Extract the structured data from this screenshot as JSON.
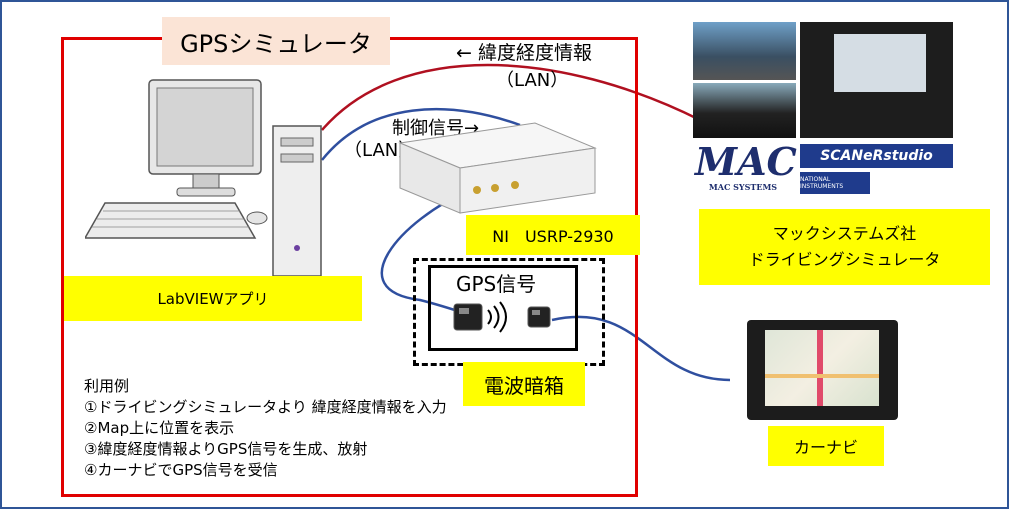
{
  "title": "GPSシミュレータ",
  "lan_top": {
    "arrow_label": "← 緯度経度情報",
    "lan": "（LAN）"
  },
  "lan_ctrl": {
    "arrow_label": "制御信号→",
    "lan": "（LAN）"
  },
  "device_label": "NI　USRP-2930",
  "app_label": "LabVIEWアプリ",
  "vendor_label": [
    "マックシステムズ社",
    "ドライビングシミュレータ"
  ],
  "gps_signal_label": "GPS信号",
  "shield_box_label": "電波暗箱",
  "usage": {
    "heading": "利用例",
    "items": [
      "①ドライビングシミュレータより 緯度経度情報を入力",
      "②Map上に位置を表示",
      "③緯度経度情報よりGPS信号を生成、放射",
      "④カーナビでGPS信号を受信"
    ]
  },
  "car_nav_label": "カーナビ",
  "logos": {
    "mac": "MAC",
    "mac_sub": "MAC SYSTEMS",
    "scaner": "SCANeRstudio",
    "ni": "NATIONAL INSTRUMENTS"
  },
  "colors": {
    "frame": "#2f5597",
    "sim_border": "#e00000",
    "label_bg": "#ffff00",
    "title_bg": "#fbe4d6",
    "cable_red": "#b01020",
    "cable_blue": "#2f4f9f"
  }
}
